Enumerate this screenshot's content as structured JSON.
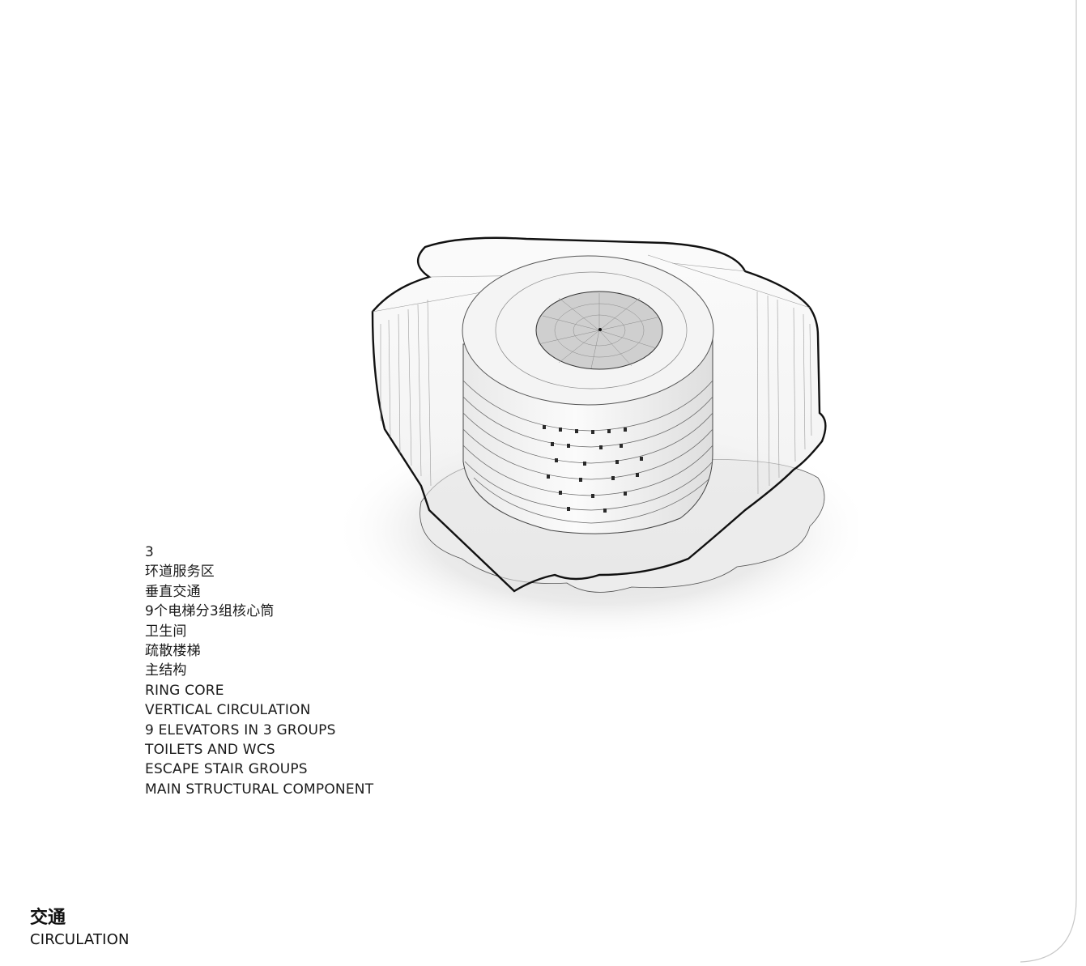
{
  "legend": {
    "number": "3",
    "zh_items": [
      "环道服务区",
      "垂直交通",
      "9个电梯分3组核心筒",
      "卫生间",
      "疏散楼梯",
      "主结构"
    ],
    "en_items": [
      "RING CORE",
      "VERTICAL CIRCULATION",
      "9 ELEVATORS IN 3 GROUPS",
      "TOILETS AND WCS",
      "ESCAPE STAIR GROUPS",
      "MAIN STRUCTURAL COMPONENT"
    ]
  },
  "footer": {
    "title_zh": "交通",
    "title_en": "CIRCULATION"
  },
  "colors": {
    "text": "#1a1a1a",
    "outline": "#111111",
    "building_fill": "#f2f2f2",
    "shadow": "#d6d6d6"
  }
}
